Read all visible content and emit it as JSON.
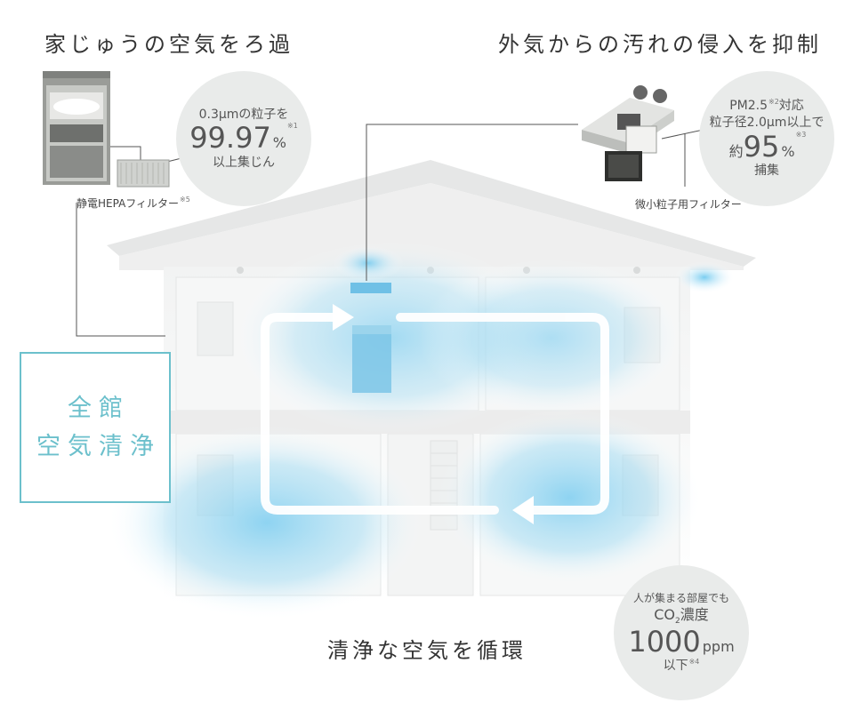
{
  "headings": {
    "left": "家じゅうの空気をろ過",
    "right": "外気からの汚れの侵入を抑制",
    "bottom": "清浄な空気を循環"
  },
  "circle_left": {
    "line1": "0.3μmの粒子を",
    "value": "99.97",
    "unit": "%",
    "note": "※1",
    "line3": "以上集じん"
  },
  "circle_right": {
    "line1_text": "PM2.5",
    "line1_note": "※2",
    "line1_tail": "対応",
    "line2": "粒子径2.0μm以上で",
    "prefix": "約",
    "value": "95",
    "unit": "%",
    "note": "※3",
    "line4": "捕集"
  },
  "circle_bottom": {
    "line1": "人が集まる部屋でも",
    "co2_prefix": "CO",
    "co2_sub": "2",
    "co2_tail": "濃度",
    "value": "1000",
    "unit": "ppm",
    "line4": "以下",
    "note": "※4"
  },
  "captions": {
    "hepa_text": "静電HEPAフィルター",
    "hepa_note": "※5",
    "fine_filter": "微小粒子用フィルター"
  },
  "label_box": {
    "line1": "全館",
    "line2": "空気清浄"
  },
  "colors": {
    "accent": "#6cc0cc",
    "air_blue": "#8fd3ef",
    "circle_bg": "#e9ebea"
  }
}
